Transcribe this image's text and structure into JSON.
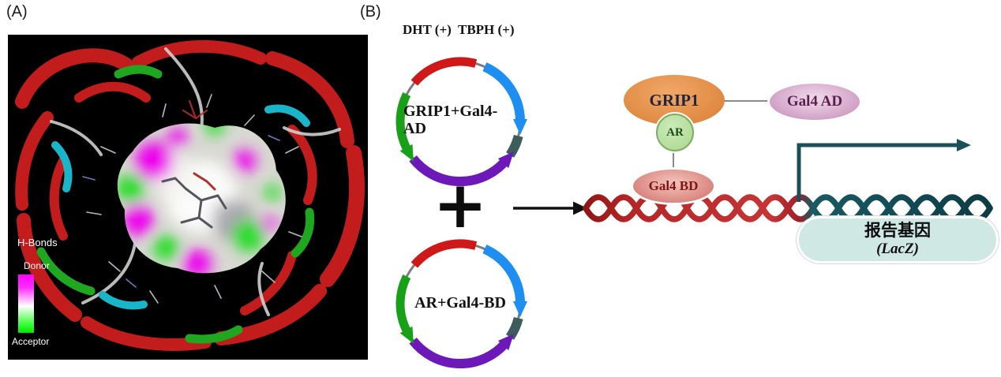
{
  "panel_a": {
    "label": "(A)",
    "description": "molecular-docking-render",
    "legend": {
      "title": "H-Bonds",
      "donor": "Donor",
      "acceptor": "Acceptor",
      "donor_color": "#ff00ff",
      "acceptor_color": "#00ee00"
    }
  },
  "panel_b": {
    "label": "(B)",
    "conditions": "DHT (+)  TBPH (+)",
    "plasmid_top": {
      "line1": "GRIP1+Gal4-",
      "line2": "AD"
    },
    "plasmid_bottom": {
      "label": "AR+Gal4-BD"
    },
    "plus": "+",
    "complex": {
      "grip1": "GRIP1",
      "ar": "AR",
      "gal4_ad": "Gal4 AD",
      "gal4_bd": "Gal4 BD"
    },
    "reporter": {
      "line1": "报告基因",
      "line2": "(LacZ)"
    }
  },
  "colors": {
    "plasmid_red": "#cf1818",
    "plasmid_blue": "#1e8ff0",
    "plasmid_green": "#18a018",
    "plasmid_purple": "#6d18b8",
    "plasmid_slate": "#3d5c5c",
    "dna_red": "#b52525",
    "dna_teal": "#14505a",
    "grip1_fill": "#e08a42",
    "ar_fill": "#a8d78e",
    "gal4_ad_fill": "#cf9ec4",
    "gal4_bd_fill": "#d8837c",
    "reporter_fill": "#cfe8e3",
    "transcription_arrow": "#1c5059",
    "protein_helix_red": "#c21c1c"
  }
}
